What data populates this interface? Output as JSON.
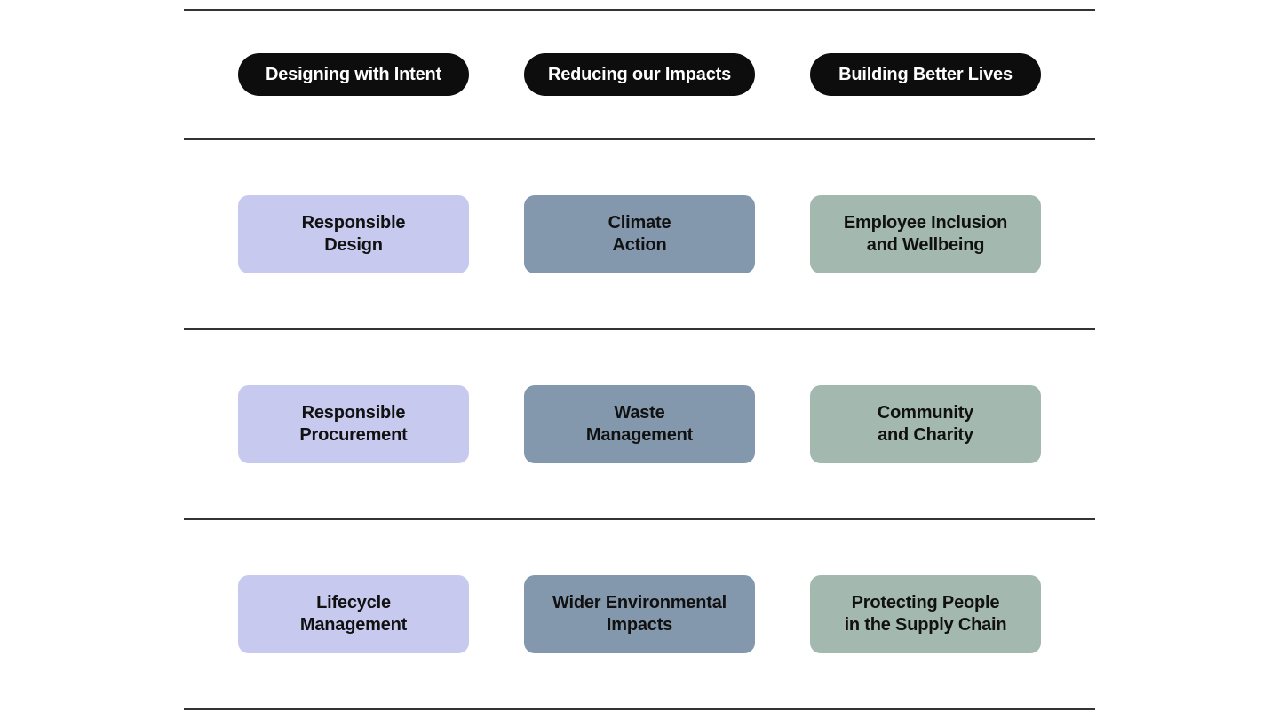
{
  "diagram": {
    "headers": [
      "Designing with Intent",
      "Reducing our Impacts",
      "Building Better Lives"
    ],
    "rows": [
      [
        "Responsible\nDesign",
        "Climate\nAction",
        "Employee Inclusion\nand Wellbeing"
      ],
      [
        "Responsible\nProcurement",
        "Waste\nManagement",
        "Community\nand Charity"
      ],
      [
        "Lifecycle\nManagement",
        "Wider Environmental\nImpacts",
        "Protecting People\nin the Supply Chain"
      ]
    ],
    "colors": {
      "header_pill_bg": "#0d0d0d",
      "header_pill_text": "#ffffff",
      "column_1_card_bg": "#c7c9ef",
      "column_2_card_bg": "#8398ad",
      "column_3_card_bg": "#a3b8ae",
      "card_text": "#111111",
      "divider": "#333333",
      "page_bg": "#ffffff"
    }
  }
}
